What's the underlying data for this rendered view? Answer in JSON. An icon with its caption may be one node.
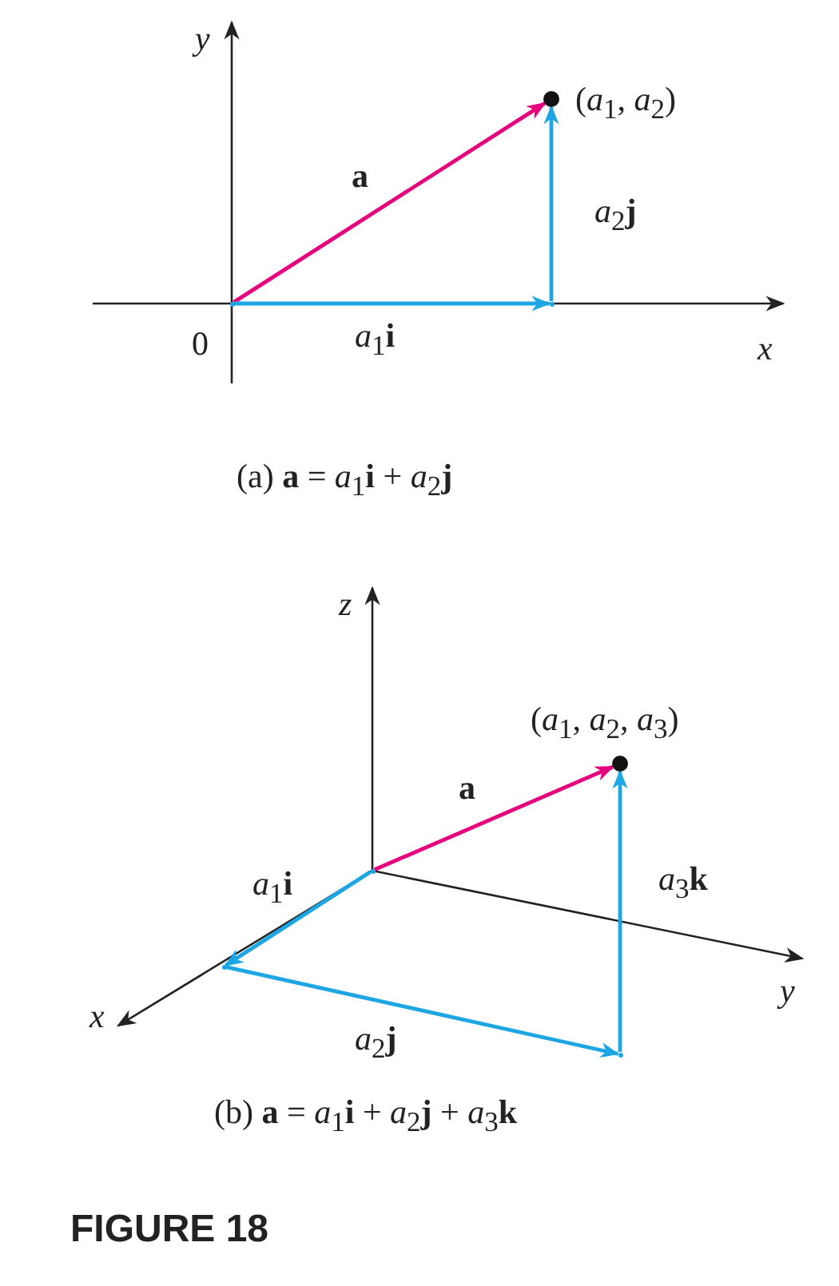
{
  "diagram": {
    "caption": "FIGURE 18",
    "nodes": [
      {
        "text": [],
        "shape": "point",
        "beside": [
          "0"
        ]
      },
      {
        "text": [],
        "shape": "point"
      },
      {
        "text": [],
        "shape": "circle",
        "beside": [
          "(*a*$_{1}$, *a*$_{2}$)"
        ]
      },
      {
        "text": [],
        "shape": "point"
      },
      {
        "text": [],
        "shape": "point"
      },
      {
        "text": [],
        "shape": "point"
      },
      {
        "text": [],
        "shape": "circle",
        "beside": [
          "(*a*$_{1}$, *a*$_{2}$, *a*$_{3}$)"
        ]
      }
    ],
    "edges": [
      {
        "from": 0,
        "to": 2,
        "arrow": "to",
        "label": "a",
        "color": "#e5007d"
      },
      {
        "from": 0,
        "to": 1,
        "arrow": "to",
        "label": "*a*$_{1}$**i**",
        "color": "#1ea5e3"
      },
      {
        "from": 1,
        "to": 2,
        "arrow": "to",
        "label": "*a*$_{2}$**j**",
        "color": "#1ea5e3"
      },
      {
        "from": 3,
        "to": 6,
        "arrow": "to",
        "label": "a",
        "color": "#e5007d"
      },
      {
        "from": 3,
        "to": 4,
        "arrow": "to",
        "label": "*a*$_{1}$**i**",
        "color": "#1ea5e3"
      },
      {
        "from": 4,
        "to": 5,
        "arrow": "to",
        "label": "*a*$_{2}$**j**",
        "color": "#1ea5e3"
      },
      {
        "from": 5,
        "to": 6,
        "arrow": "to",
        "label": "*a*$_{3}$**k**",
        "color": "#1ea5e3"
      }
    ],
    "labels": [
      "y",
      "x",
      "(a)  **a** = *a*$_{1}$**i** + *a*$_{2}$**j**",
      "z",
      "y",
      "x",
      "(b) **a** = *a*$_{1}$**i** + *a*$_{2}$**j** + *a*$_{3}$**k**"
    ]
  }
}
